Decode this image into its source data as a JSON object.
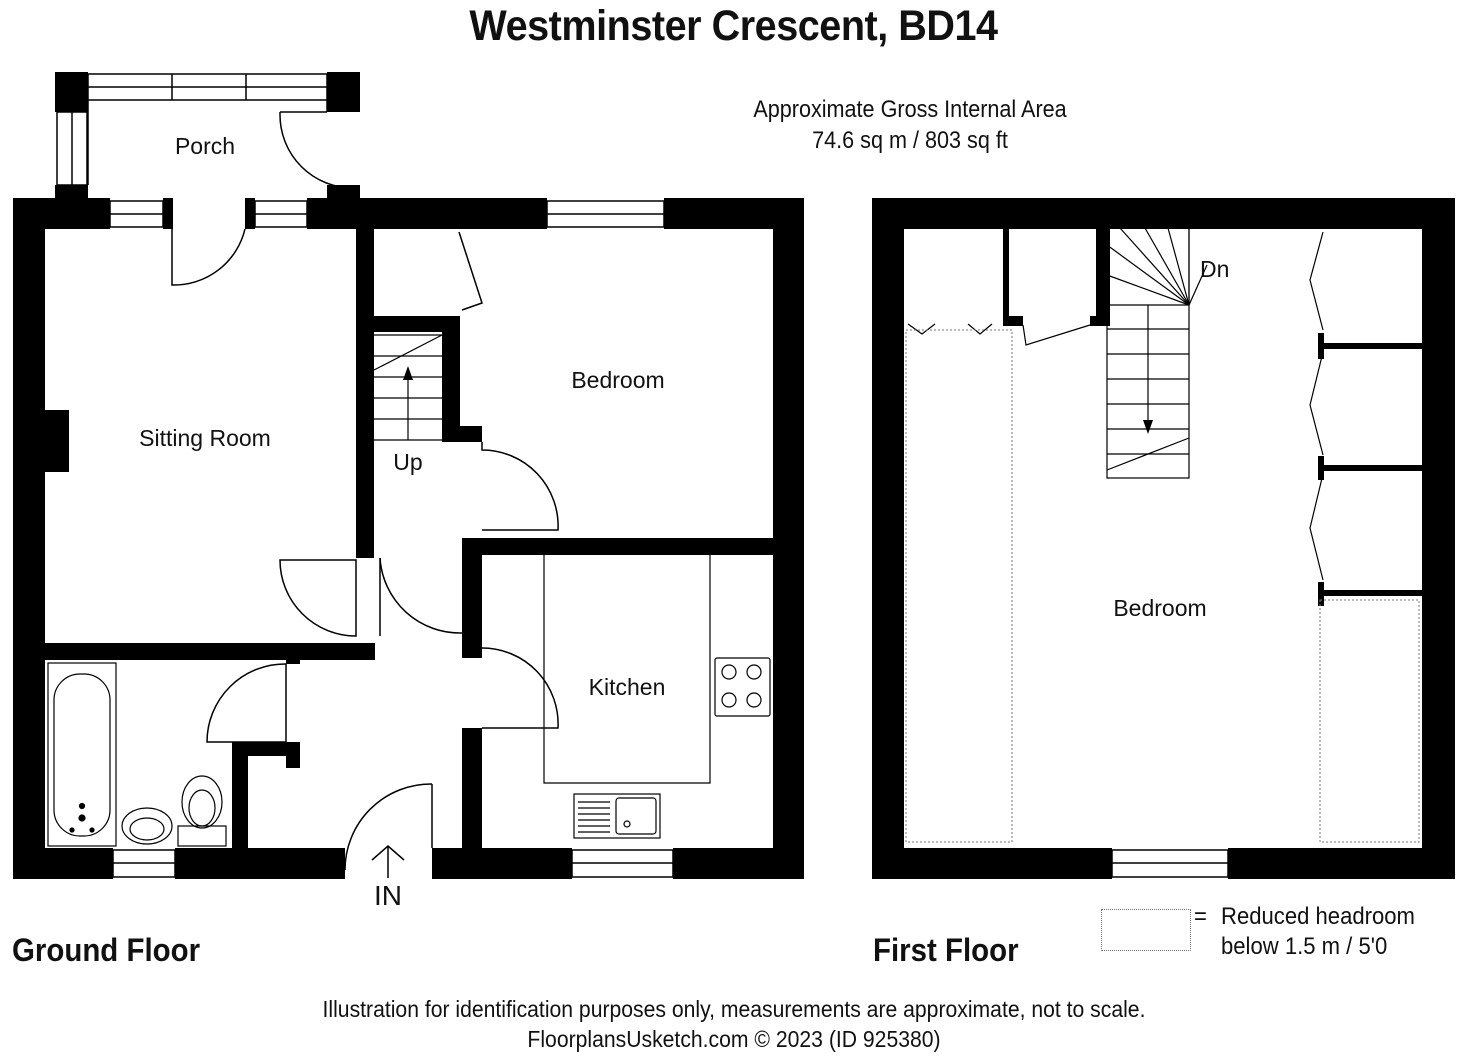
{
  "title": "Westminster Crescent, BD14",
  "area": {
    "label": "Approximate Gross Internal Area",
    "value": "74.6 sq m / 803 sq ft"
  },
  "floors": {
    "ground": "Ground Floor",
    "first": "First Floor"
  },
  "rooms": {
    "porch": "Porch",
    "sitting_room": "Sitting Room",
    "bedroom_ground": "Bedroom",
    "kitchen": "Kitchen",
    "bedroom_first": "Bedroom"
  },
  "stairs": {
    "up": "Up",
    "down": "Dn"
  },
  "entrance": "IN",
  "legend": {
    "equals": "=",
    "line1": "Reduced headroom",
    "line2": "below 1.5 m / 5'0"
  },
  "footer": {
    "disclaimer": "Illustration for identification purposes only, measurements are approximate, not to scale.",
    "copyright": "FloorplansUsketch.com © 2023 (ID 925380)"
  }
}
